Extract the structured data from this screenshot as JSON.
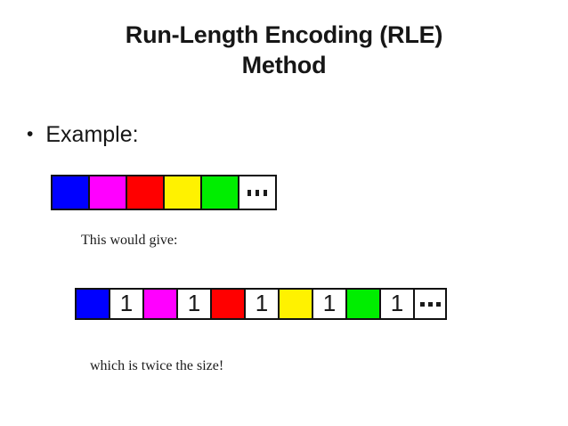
{
  "slide": {
    "title_lines": [
      "Run-Length Encoding (RLE)",
      "Method"
    ],
    "bullet": {
      "marker": "•",
      "text": "Example:"
    },
    "captions": {
      "give": "This would give:",
      "twice": "which is twice the size!"
    }
  },
  "colors": {
    "blue": "#0000FF",
    "magenta": "#FF00FF",
    "red": "#FF0000",
    "yellow": "#FFF200",
    "green": "#00EE00",
    "white": "#FFFFFF",
    "border": "#111111",
    "text": "#161616"
  },
  "strips": [
    {
      "name": "original-pixel-run",
      "cells": [
        {
          "kind": "color",
          "color": "#0000FF",
          "label": ""
        },
        {
          "kind": "color",
          "color": "#FF00FF",
          "label": ""
        },
        {
          "kind": "color",
          "color": "#FF0000",
          "label": ""
        },
        {
          "kind": "color",
          "color": "#FFF200",
          "label": ""
        },
        {
          "kind": "color",
          "color": "#00EE00",
          "label": ""
        },
        {
          "kind": "ellipsis",
          "color": "#FFFFFF",
          "label": "..."
        }
      ]
    },
    {
      "name": "rle-encoded-run",
      "cells": [
        {
          "kind": "color",
          "color": "#0000FF",
          "label": ""
        },
        {
          "kind": "count",
          "color": "#FFFFFF",
          "label": "1"
        },
        {
          "kind": "color",
          "color": "#FF00FF",
          "label": ""
        },
        {
          "kind": "count",
          "color": "#FFFFFF",
          "label": "1"
        },
        {
          "kind": "color",
          "color": "#FF0000",
          "label": ""
        },
        {
          "kind": "count",
          "color": "#FFFFFF",
          "label": "1"
        },
        {
          "kind": "color",
          "color": "#FFF200",
          "label": ""
        },
        {
          "kind": "count",
          "color": "#FFFFFF",
          "label": "1"
        },
        {
          "kind": "color",
          "color": "#00EE00",
          "label": ""
        },
        {
          "kind": "count",
          "color": "#FFFFFF",
          "label": "1"
        },
        {
          "kind": "ellipsis",
          "color": "#FFFFFF",
          "label": "..."
        }
      ]
    }
  ]
}
